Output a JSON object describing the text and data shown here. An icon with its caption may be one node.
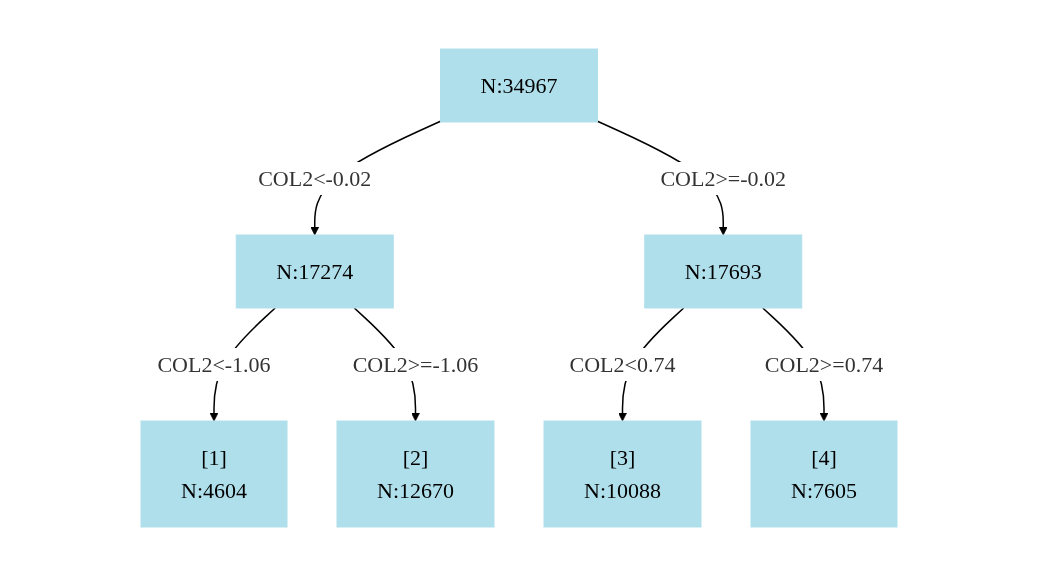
{
  "diagram": {
    "nodes": [
      {
        "text": [
          "N:34967"
        ]
      },
      {
        "text": [
          "N:17274"
        ]
      },
      {
        "text": [
          "N:17693"
        ]
      },
      {
        "text": [
          "[1]",
          "N:4604"
        ]
      },
      {
        "text": [
          "[2]",
          "N:12670"
        ]
      },
      {
        "text": [
          "[3]",
          "N:10088"
        ]
      },
      {
        "text": [
          "[4]",
          "N:7605"
        ]
      }
    ],
    "edges": [
      {
        "from": 0,
        "to": 1,
        "arrow": "to",
        "label": "COL2<-0.02"
      },
      {
        "from": 0,
        "to": 2,
        "arrow": "to",
        "label": "COL2>=-0.02"
      },
      {
        "from": 1,
        "to": 3,
        "arrow": "to",
        "label": "COL2<-1.06"
      },
      {
        "from": 1,
        "to": 4,
        "arrow": "to",
        "label": "COL2>=-1.06"
      },
      {
        "from": 2,
        "to": 5,
        "arrow": "to",
        "label": "COL2<0.74"
      },
      {
        "from": 2,
        "to": 6,
        "arrow": "to",
        "label": "COL2>=0.74"
      }
    ]
  }
}
